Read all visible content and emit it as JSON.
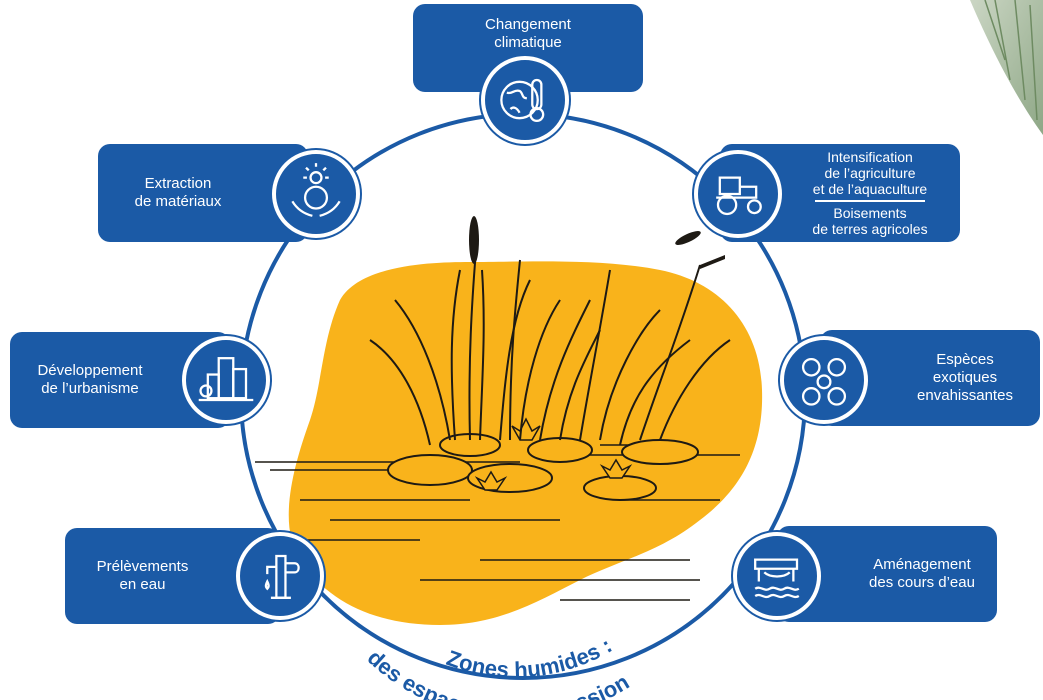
{
  "pressures": {
    "climate": {
      "line1": "Changement",
      "line2": "climatique"
    },
    "extraction": {
      "line1": "Extraction",
      "line2": "de matériaux"
    },
    "agriculture": {
      "line1": "Intensification",
      "line2": "de l’agriculture",
      "line3": "et de l’aquaculture",
      "line4": "Boisements",
      "line5": "de terres agricoles"
    },
    "urbanism": {
      "line1": "Développement",
      "line2": "de l’urbanisme"
    },
    "invasive": {
      "line1": "Espèces",
      "line2": "exotiques",
      "line3": "envahissantes"
    },
    "water_withdrawal": {
      "line1": "Prélèvements",
      "line2": "en eau"
    },
    "watercourse": {
      "line1": "Aménagement",
      "line2": "des cours d’eau"
    }
  },
  "caption": {
    "line1": "Zones humides :",
    "line2": "des espaces sous pression"
  },
  "icons": {
    "climate": "globe-thermometer-icon",
    "extraction": "hands-earth-icon",
    "agriculture": "tractor-icon",
    "urbanism": "city-buildings-icon",
    "invasive": "invasive-species-icon",
    "water_withdrawal": "water-pump-icon",
    "watercourse": "dam-icon"
  },
  "colors": {
    "blue": "#1b5aa6",
    "yellow": "#f9b31b",
    "ink": "#1e1a14",
    "white": "#ffffff"
  }
}
